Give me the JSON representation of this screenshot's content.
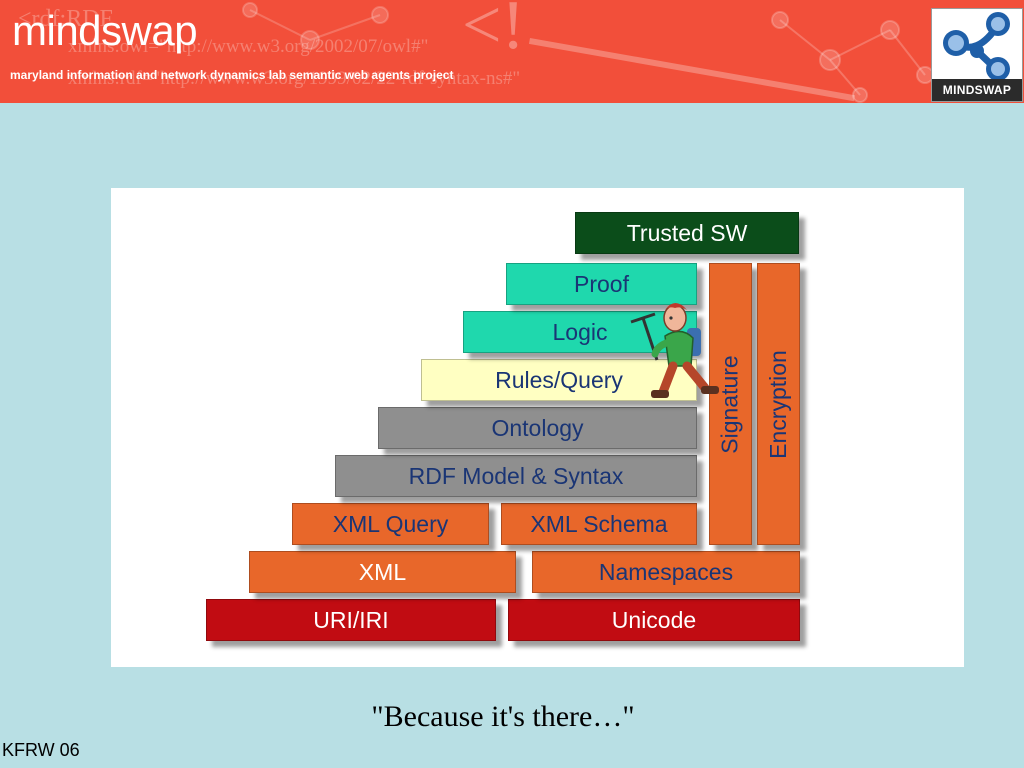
{
  "header": {
    "title": "mindswap",
    "subtitle": "maryland information and network dynamics lab semantic web agents project",
    "background_code": {
      "line1": "xmlns:owl=\"http://www.w3.org/2002/07/owl#\"",
      "line2": "xmlns:rdf=\"http://www.w3.org/1999/02/22-rdf-syntax-ns#\"",
      "rdf_fragment": "<rdf:RDF",
      "bracket": "<!"
    },
    "logo_text": "MINDSWAP",
    "colors": {
      "banner": "#f24f3a",
      "logo_bar": "#2b2b2b"
    }
  },
  "diagram": {
    "layers": [
      {
        "label": "URI/IRI",
        "color": "red"
      },
      {
        "label": "Unicode",
        "color": "red"
      },
      {
        "label": "XML",
        "color": "orange"
      },
      {
        "label": "Namespaces",
        "color": "orange"
      },
      {
        "label": "XML Query",
        "color": "orange"
      },
      {
        "label": "XML Schema",
        "color": "orange"
      },
      {
        "label": "RDF Model & Syntax",
        "color": "gray"
      },
      {
        "label": "Ontology",
        "color": "gray"
      },
      {
        "label": "Rules/Query",
        "color": "yellow"
      },
      {
        "label": "Logic",
        "color": "teal"
      },
      {
        "label": "Proof",
        "color": "teal"
      },
      {
        "label": "Trusted SW",
        "color": "green"
      },
      {
        "label": "Signature",
        "color": "orange"
      },
      {
        "label": "Encryption",
        "color": "orange"
      }
    ],
    "palette": {
      "red": "#c10c12",
      "orange": "#e8672a",
      "gray": "#8f8f8f",
      "yellow": "#ffffc2",
      "teal": "#1fd8ad",
      "green": "#0b4d1a",
      "label_blue": "#1a3575"
    },
    "climber_icon": "mountain-climber-icon"
  },
  "caption": "\"Because it's there…\"",
  "footer": {
    "label": "KFRW 06"
  },
  "colors": {
    "slide_background": "#b8dfe4",
    "diagram_background": "#ffffff"
  }
}
